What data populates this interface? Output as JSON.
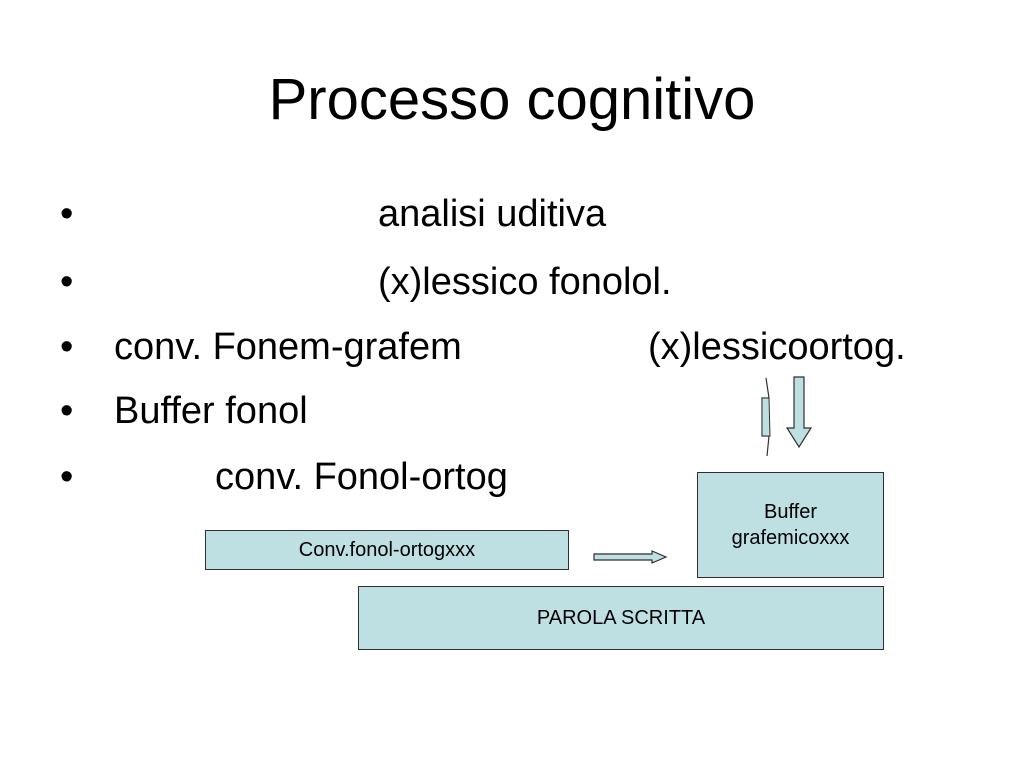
{
  "slide": {
    "title": "Processo cognitivo",
    "bullet_symbol": "•",
    "bullets": [
      {
        "text": "analisi uditiva"
      },
      {
        "text": "(x)lessico fonolol."
      },
      {
        "text": "conv. Fonem-grafem",
        "text_right": "(x)lessicoortog."
      },
      {
        "text": "Buffer fonol"
      },
      {
        "text": "conv. Fonol-ortog"
      }
    ]
  },
  "diagram": {
    "box_color": "#bfe0e2",
    "conv_box_label": "Conv.fonol-ortogxxx",
    "buffer_box_line1": "Buffer",
    "buffer_box_line2": "grafemicoxxx",
    "parola_box_label": "PAROLA  SCRITTA"
  }
}
